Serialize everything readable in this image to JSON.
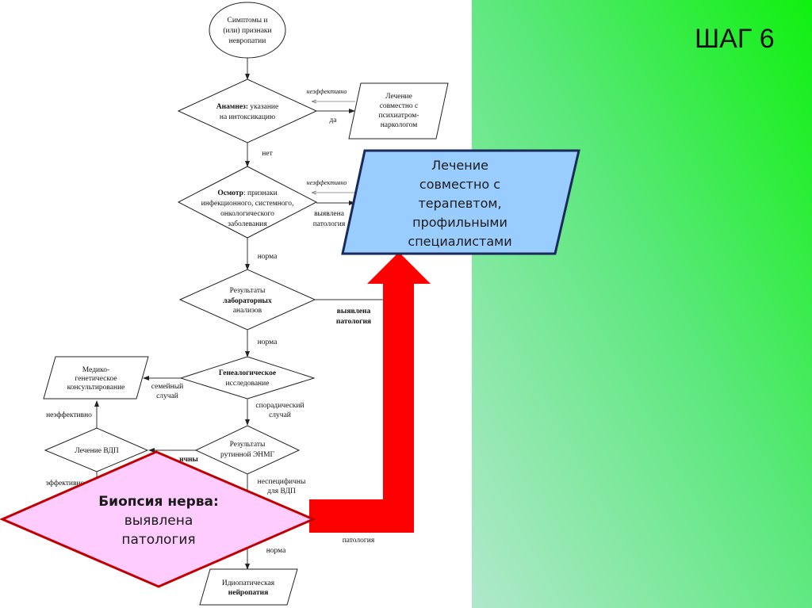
{
  "slide": {
    "step_title": "ШАГ 6",
    "colors": {
      "panel_top": "#18f018",
      "panel_bottom": "#a8e8c8",
      "highlight_box": "#99ccff",
      "highlight_diamond": "#ffccff",
      "arrow": "#ff0000"
    }
  },
  "flowchart": {
    "start": [
      "Симптомы и",
      "(или) признаки",
      "невропатии"
    ],
    "anamnesis": {
      "bold": "Анамнез:",
      "rest": " указание",
      "line2": "на интоксикацию"
    },
    "psych_box": [
      "Лечение",
      "совместно с",
      "психиатром-",
      "наркологом"
    ],
    "label_ineffective_1": "неэффективно",
    "label_yes": "да",
    "label_no": "нет",
    "exam": {
      "bold": "Осмотр",
      "rest": ": признаки",
      "lines": [
        "инфекционного, системного,",
        "онкологического",
        "заболевания"
      ]
    },
    "label_ineffective_2": "неэффективно",
    "label_pathology_1": [
      "выявлена",
      "патология"
    ],
    "label_norm_1": "норма",
    "lab": [
      "Результаты",
      "лабораторных",
      "анализов"
    ],
    "label_pathology_2": [
      "выявлена",
      "патология"
    ],
    "label_norm_2": "норма",
    "genealogy": [
      "Генеалогическое",
      "исследование"
    ],
    "label_family": [
      "семейный",
      "случай"
    ],
    "genetic_box": [
      "Медико-",
      "генетическое",
      "консультирование"
    ],
    "label_sporadic": [
      "спорадический",
      "случай"
    ],
    "enmg": [
      "Результаты",
      "рутинной ЭНМГ"
    ],
    "label_typical_partial": "ичны",
    "vdp": "Лечение ВДП",
    "label_ineffective_3": "неэффективно",
    "label_effective": "эффективно",
    "label_nonspecific": [
      "неспецифичны",
      "для ВДП"
    ],
    "label_pathology_3": "патология",
    "label_norm_3": "норма",
    "idiopathic_box": [
      "Идиопатическая",
      "нейропатия"
    ]
  },
  "highlight": {
    "therapist_box": [
      "Лечение",
      "совместно с",
      "терапевтом,",
      "профильными",
      "специалистами"
    ],
    "biopsy": {
      "title": "Биопсия нерва:",
      "lines": [
        "выявлена",
        "патология"
      ]
    }
  }
}
